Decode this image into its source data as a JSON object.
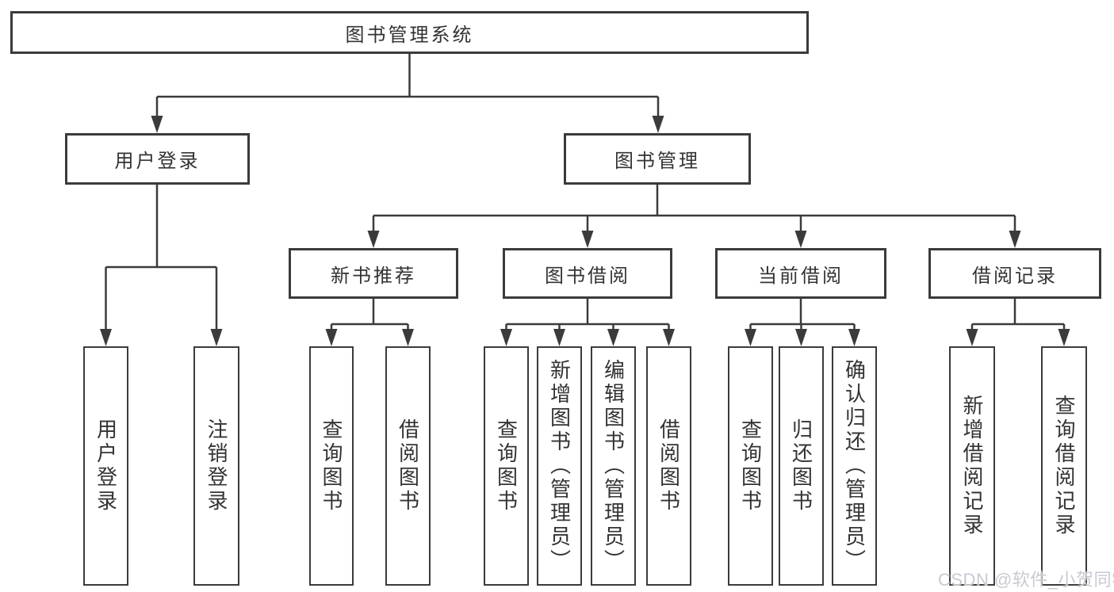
{
  "tree": {
    "label": "图书管理系统",
    "children": [
      {
        "label": "用户登录",
        "children": [
          {
            "label": "用户登录"
          },
          {
            "label": "注销登录"
          }
        ]
      },
      {
        "label": "图书管理",
        "children": [
          {
            "label": "新书推荐",
            "children": [
              {
                "label": "查询图书"
              },
              {
                "label": "借阅图书"
              }
            ]
          },
          {
            "label": "图书借阅",
            "children": [
              {
                "label": "查询图书"
              },
              {
                "label": "新增图书（管理员）"
              },
              {
                "label": "编辑图书（管理员）"
              },
              {
                "label": "借阅图书"
              }
            ]
          },
          {
            "label": "当前借阅",
            "children": [
              {
                "label": "查询图书"
              },
              {
                "label": "归还图书"
              },
              {
                "label": "确认归还（管理员）"
              }
            ]
          },
          {
            "label": "借阅记录",
            "children": [
              {
                "label": "新增借阅记录"
              },
              {
                "label": "查询借阅记录"
              }
            ]
          }
        ]
      }
    ]
  },
  "watermark": "CSDN @软件_小贺同学",
  "colors": {
    "line": "#3b3b3b",
    "text": "#333333",
    "background": "#ffffff",
    "watermark": "#c9c9d2"
  }
}
